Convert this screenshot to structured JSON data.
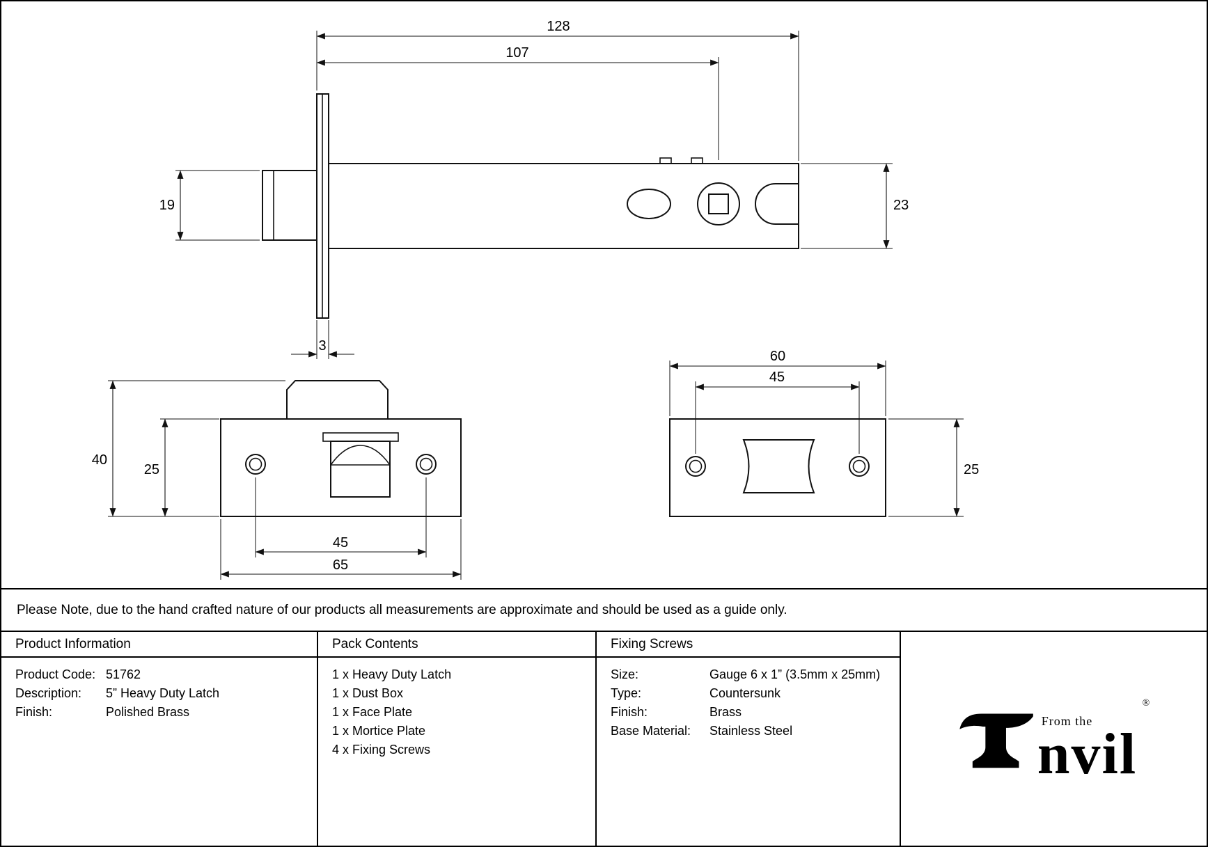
{
  "note": "Please Note, due to the hand crafted nature of our products all measurements are approximate and should be used as a guide only.",
  "diagram": {
    "latch_side_view": {
      "dim_overall_length": "128",
      "dim_case_length": "107",
      "dim_bolt_height": "19",
      "dim_case_height": "23",
      "dim_faceplate_thickness": "3"
    },
    "face_plate_view": {
      "dim_overall_height": "40",
      "dim_plate_height": "25",
      "dim_screw_centres": "45",
      "dim_plate_width": "65"
    },
    "mortice_plate_view": {
      "dim_plate_width": "60",
      "dim_screw_centres": "45",
      "dim_plate_height": "25"
    }
  },
  "table": {
    "product_information": {
      "header": "Product Information",
      "rows": [
        {
          "label": "Product Code:",
          "value": "51762"
        },
        {
          "label": "Description:",
          "value": "5” Heavy Duty Latch"
        },
        {
          "label": "Finish:",
          "value": "Polished Brass"
        }
      ]
    },
    "pack_contents": {
      "header": "Pack Contents",
      "items": [
        "1 x Heavy Duty Latch",
        "1 x Dust Box",
        "1 x Face Plate",
        "1 x Mortice Plate",
        "4 x Fixing Screws"
      ]
    },
    "fixing_screws": {
      "header": "Fixing Screws",
      "rows": [
        {
          "label": "Size:",
          "value": "Gauge 6 x 1” (3.5mm x 25mm)"
        },
        {
          "label": "Type:",
          "value": "Countersunk"
        },
        {
          "label": "Finish:",
          "value": "Brass"
        },
        {
          "label": "Base Material:",
          "value": "Stainless Steel"
        }
      ]
    }
  },
  "logo": {
    "tagline": "From the",
    "wordmark": "nvil",
    "registered": "®"
  }
}
